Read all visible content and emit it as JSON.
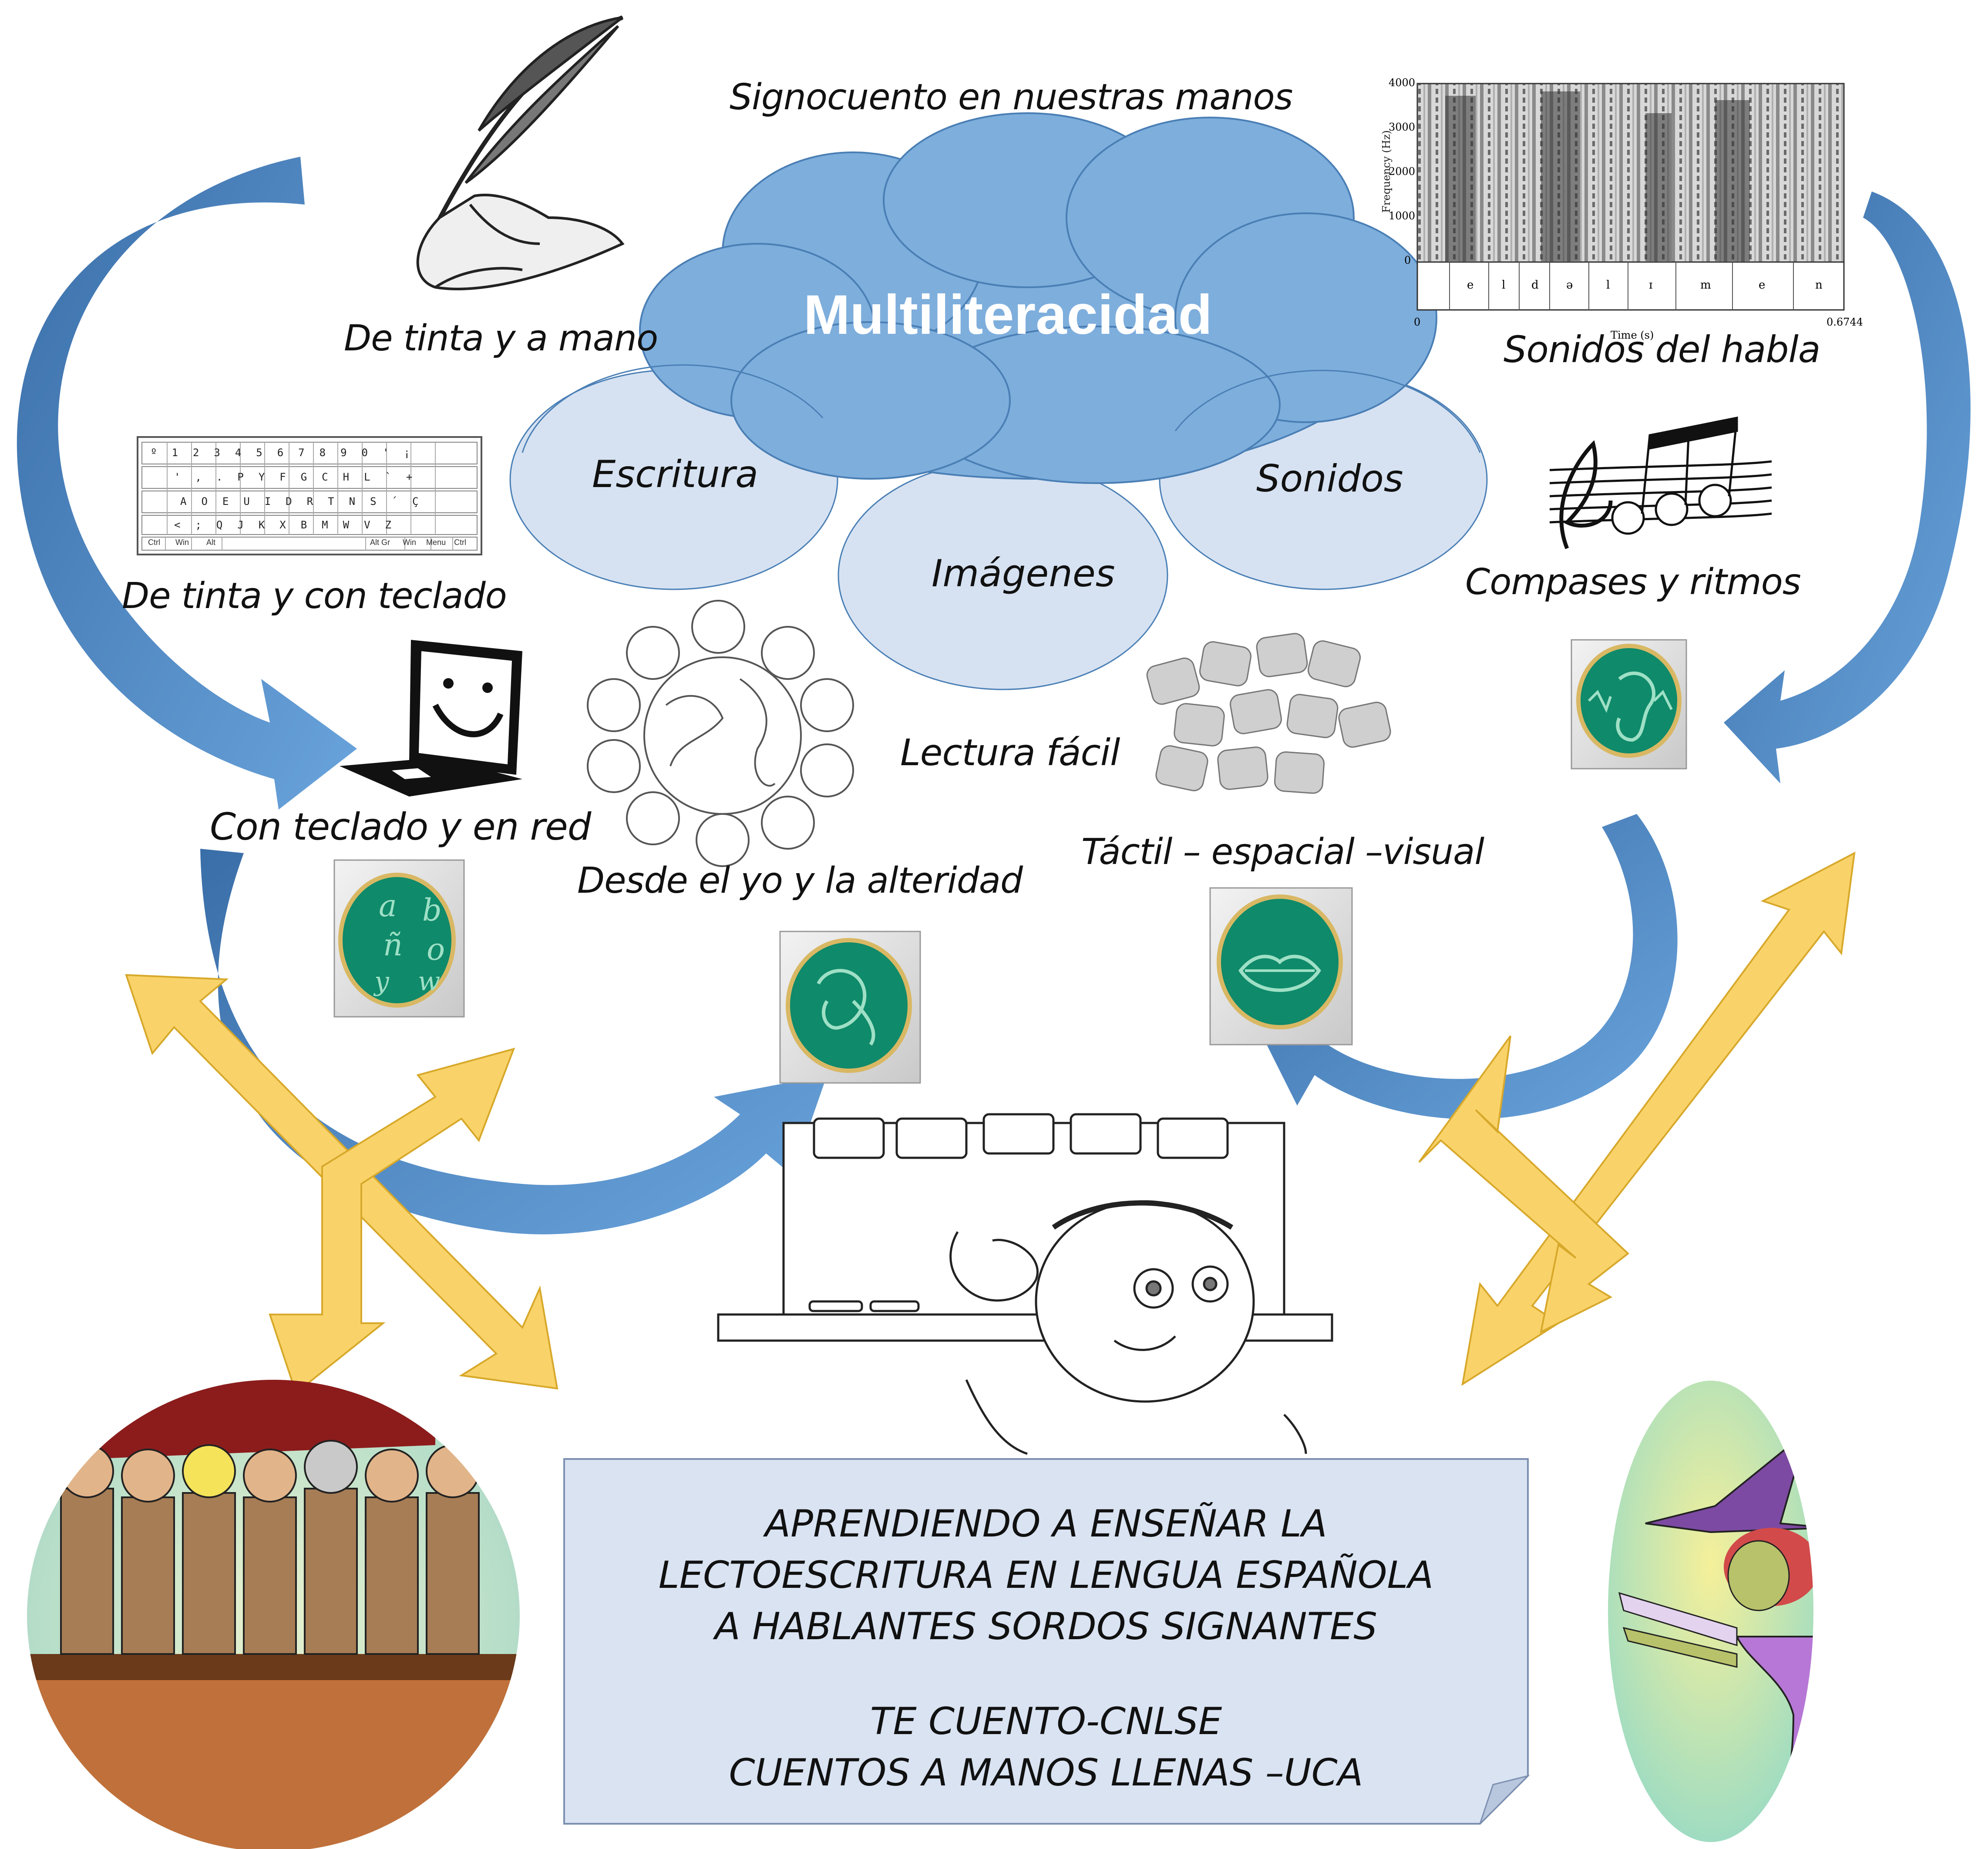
{
  "header": {
    "subtitle": "Signocuento en nuestras manos"
  },
  "cloud": {
    "title": "Multiliteracidad"
  },
  "bubbles": [
    {
      "label": "Escritura"
    },
    {
      "label": "Imágenes"
    },
    {
      "label": "Sonidos"
    }
  ],
  "labels": {
    "tinta_mano": "De tinta y a mano",
    "tinta_teclado": "De tinta y  con teclado",
    "teclado_red": "Con teclado y en red",
    "sonidos_habla": "Sonidos del habla",
    "compases": "Compases y ritmos",
    "lectura_facil": "Lectura fácil",
    "yo_alteridad": "Desde el yo y la alteridad",
    "tactil": "Táctil – espacial –visual"
  },
  "spectrogram": {
    "y_axis_label": "Frequency (Hz)",
    "y_ticks": [
      "4000",
      "3000",
      "2000",
      "1000",
      "0"
    ],
    "x_axis_label": "Time (s)",
    "x_ticks": [
      "0",
      "0.6744"
    ],
    "phonemes": [
      "e",
      "l",
      "d",
      "ə",
      "l",
      "ɪ",
      "m",
      "e",
      "n"
    ]
  },
  "keyboard": {
    "row1": [
      "º",
      "1",
      "2",
      "3",
      "4",
      "5",
      "6",
      "7",
      "8",
      "9",
      "0",
      "'",
      "¡"
    ],
    "row2": [
      "'",
      ",",
      ".",
      "P",
      "Y",
      "F",
      "G",
      "C",
      "H",
      "L",
      "`",
      "+"
    ],
    "row3": [
      "A",
      "O",
      "E",
      "U",
      "I",
      "D",
      "R",
      "T",
      "N",
      "S",
      "´",
      "Ç"
    ],
    "row4": [
      "<",
      ";",
      "Q",
      "J",
      "K",
      "X",
      "B",
      "M",
      "W",
      "V",
      "Z"
    ],
    "bottom_left": [
      "Ctrl",
      "Win",
      "Alt"
    ],
    "bottom_right": [
      "Alt Gr",
      "Win",
      "Menu",
      "Ctrl"
    ]
  },
  "letters_icon": {
    "letters": [
      "a",
      "b",
      "ñ",
      "o",
      "y",
      "w"
    ]
  },
  "caption": {
    "line1": "APRENDIENDO A ENSEÑAR LA",
    "line2": "LECTOESCRITURA EN LENGUA ESPAÑOLA",
    "line3": "A HABLANTES SORDOS SIGNANTES",
    "line4": "TE CUENTO-CNLSE",
    "line5": "CUENTOS A MANOS LLENAS –UCA"
  },
  "colors": {
    "cloud_fill": "#7eaedc",
    "cloud_stroke": "#4a7fb5",
    "bubble_fill": "#d6e2f2",
    "blue_arrow": "#4f86c6",
    "yellow_arrow": "#f9d36a",
    "tile_green": "#0f8a6a",
    "caption_fill": "#d9e3f2"
  }
}
